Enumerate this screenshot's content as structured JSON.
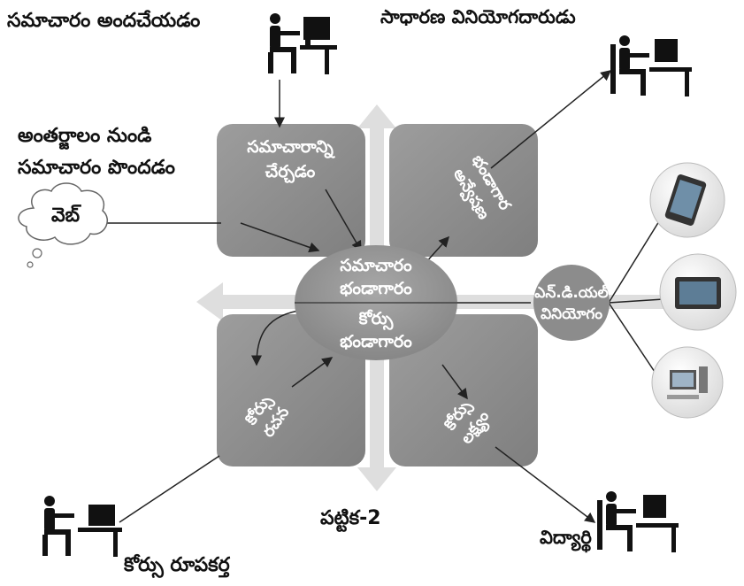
{
  "labels": {
    "info_submission": "సమాచారం అందచేయడం",
    "general_user": "సాధారణ వినియోగదారుడు",
    "info_from_internet": [
      "అంతర్జాలం నుండి",
      "సమాచారం పొందడం"
    ],
    "web": "వెబ్",
    "collect_info": [
      "సమాచారాన్ని",
      "చేర్చడం"
    ],
    "repository_search": [
      "భండాగార",
      "అన్వేషణ"
    ],
    "info_repository": [
      "సమాచారం",
      "భండాగారం"
    ],
    "course_repository": [
      "కోర్సు",
      "భండాగారం"
    ],
    "ndl_usage": [
      "ఎన్.డి.యల్",
      "వినియోగం"
    ],
    "course_creation": [
      "కోర్సు",
      "రచన"
    ],
    "course_goal": [
      "కోర్సు",
      "లక్ష్యం"
    ],
    "table_caption": "పట్టిక-2",
    "student": "విద్యార్థి",
    "course_designer": "కోర్సు రూపకర్త"
  },
  "colors": {
    "box_fill": "#8f8f8f",
    "center_fill": "#9a9a9a",
    "axis": "#dcdcdc",
    "line": "#222222"
  },
  "icons": [
    "person-at-computer-icon",
    "smartphone-icon",
    "tablet-icon",
    "desktop-computer-icon",
    "cloud-icon"
  ]
}
